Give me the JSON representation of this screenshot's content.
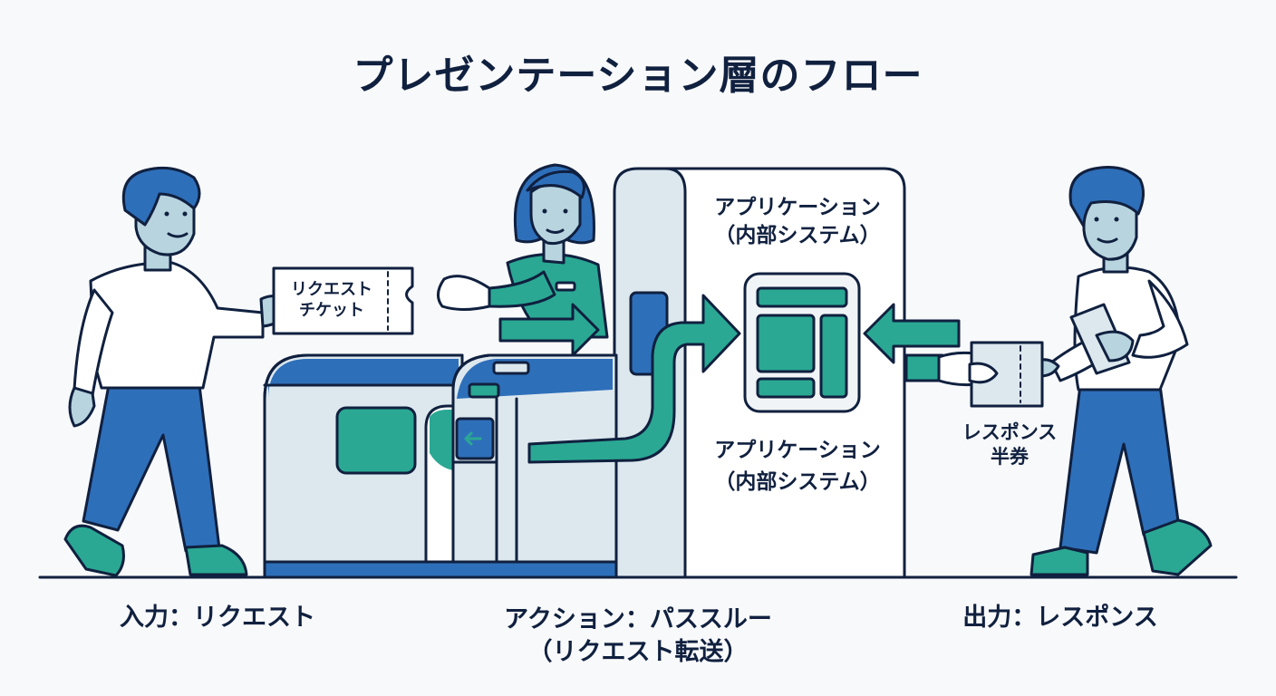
{
  "title": "プレゼンテーション層のフロー",
  "ticket": {
    "line1": "リクエスト",
    "line2": "チケット"
  },
  "app_label_top": {
    "line1": "アプリケーション",
    "line2": "（内部システム）"
  },
  "app_label_mid": {
    "line1": "アプリケーション",
    "line2": "（内部システム）"
  },
  "response_stub": {
    "line1": "レスポンス",
    "line2": "半券"
  },
  "bottom_labels": {
    "input": "入力：リクエスト",
    "action_line1": "アクション：パススルー",
    "action_line2": "（リクエスト転送）",
    "output": "出力：レスポンス"
  },
  "colors": {
    "navy": "#10203f",
    "blue": "#2e6fba",
    "teal": "#2aa893",
    "light_blue": "#dde8ee",
    "skin": "#b8d4df",
    "background": "#f8f9fa"
  },
  "icons": [
    "person-left-icon",
    "person-right-icon",
    "clerk-icon",
    "gate-icon",
    "app-block-icon",
    "arrow-right-icon",
    "arrow-left-icon"
  ]
}
